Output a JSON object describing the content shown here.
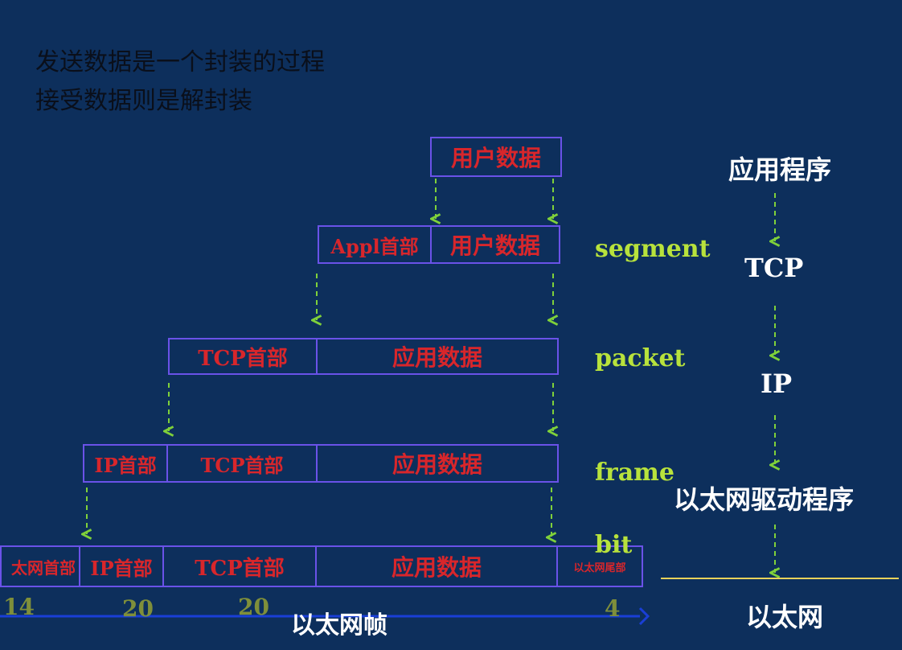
{
  "intro": {
    "line1": "发送数据是一个封装的过程",
    "line2": "接受数据则是解封装"
  },
  "rows": {
    "user": [
      "用户数据"
    ],
    "segment": [
      "Appl首部",
      "用户数据"
    ],
    "packet": [
      "TCP首部",
      "应用数据"
    ],
    "frame": [
      "IP首部",
      "TCP首部",
      "应用数据"
    ],
    "bit": [
      "太网首部",
      "IP首部",
      "TCP首部",
      "应用数据",
      "以太网尾部"
    ]
  },
  "units": {
    "segment": "segment",
    "packet": "packet",
    "frame": "frame",
    "bit": "bit"
  },
  "layers": {
    "app": "应用程序",
    "tcp": "TCP",
    "ip": "IP",
    "driver": "以太网驱动程序",
    "ethernet": "以太网"
  },
  "byte_sizes": {
    "eth_header": "14",
    "ip_header": "20",
    "tcp_header": "20",
    "eth_trailer": "4"
  },
  "frame_label": "以太网帧",
  "colors": {
    "background": "#0d2f5c",
    "box_border": "#6a52e8",
    "box_text": "#d8262b",
    "arrow": "#7fd13a",
    "unit_text": "#b8e23c",
    "layer_text": "#ffffff",
    "byte_text": "#7f8f3a"
  }
}
